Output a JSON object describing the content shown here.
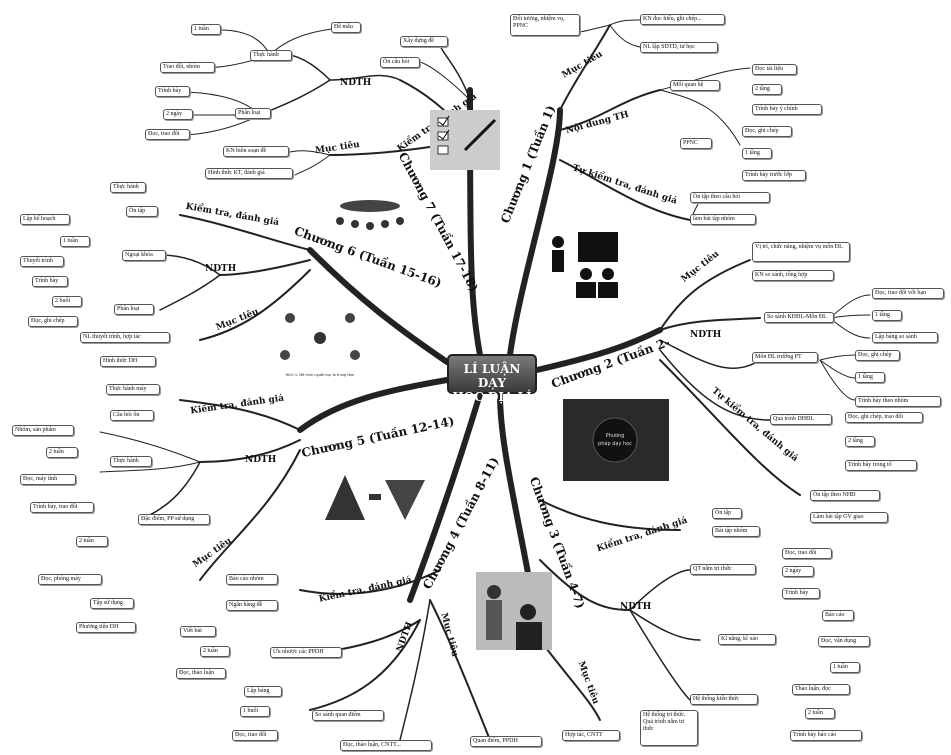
{
  "center": {
    "line1": "LÍ LUẬN DẠY",
    "line2": "HỌC ĐỊA LÍ"
  },
  "c1": {
    "title": "Chương 1 (Tuần 1)",
    "muctieu": "Mục tiêu",
    "dtng": "Đối tượng, nhiệm vụ, PPNC",
    "kndoc": "KN đọc hiểu, ghi chép...",
    "nllap": "NL lập SĐTD, tư học",
    "noidung": "Nội dung TH",
    "moiquanhe": "Mối quan hệ",
    "doctl": "Đọc tài liệu",
    "tang2": "2 tầng",
    "trinhbay": "Trình bày ý chính",
    "ppnc": "PPNC",
    "docgc": "Đọc, ghi chép",
    "tang1": "1 tầng",
    "tbtl": "Trình bày trước lớp",
    "tkt": "Tự kiểm tra, đánh giá",
    "ontap": "Ôn tập theo câu hỏi",
    "lambt": "làm bài tập nhóm"
  },
  "c2": {
    "title": "Chương 2 (Tuần 2-",
    "muctieu": "Mục tiêu",
    "vitri": "Vị trí, chức năng, nhiệm vụ môn ĐL",
    "knss": "KN so sánh, tổng hợp",
    "ndth": "NDTH",
    "ssk": "So sánh KHĐL-Môn ĐL",
    "dtd": "Đọc, trao đổi với bạn",
    "t1": "1 tầng",
    "lbss": "Lập bảng so sánh",
    "mondl": "Môn ĐL trường PT",
    "dgc": "Đọc, ghi chép",
    "t1b": "1 tầng",
    "tbn": "Trình bày theo nhóm",
    "qt": "Quá trình DHĐL",
    "dgctd": "Đọc, ghi chép, trao đổi",
    "t2": "2 tầng",
    "tbtv": "Trình bày trong tổ",
    "tkt": "Tự kiểm tra, đánh giá",
    "onnhd": "Ôn tập theo NHĐ",
    "lambtgv": "Làm bài tập GV giao"
  },
  "c3": {
    "title": "Chương 3 (Tuần 4-7)",
    "ktdg": "Kiểm tra, đánh giá",
    "ontap": "Ôn tập",
    "btn": "Bài tập nhóm",
    "ndth": "NDTH",
    "qt": "QT nắm tri thức",
    "dtd": "Đọc, trao đổi",
    "t2": "2 ngày",
    "tb": "Trình bày",
    "kn": "Kĩ năng, kĩ xảo",
    "bc": "Báo cáo",
    "dvd": "Đọc, vận dụng",
    "t1": "1 tuần",
    "ht": "Hệ thống kiến thức",
    "tl": "Thảo luận, đọc",
    "t2t": "2 tuần",
    "tbbc": "Trình bày báo cáo",
    "muctieu": "Mục tiêu",
    "htt": "Hệ thống tri thức. Quá trình nắm tri thức",
    "htc": "Hợp tác, CNTT"
  },
  "c4": {
    "title": "Chương 4 (Tuần 8-11)",
    "ktdg": "Kiểm tra, đánh giá",
    "bcn": "Báo cáo nhóm",
    "nhd": "Ngân hàng đề",
    "ndth": "NDTH",
    "unc": "Ưu nhược các PPDH",
    "vb": "Viết bài",
    "t2": "2 tuần",
    "dtl": "Đọc, thảo luận",
    "ssqd": "So sánh quan điểm",
    "lb": "Lập bảng",
    "t1b": "1 buổi",
    "dtd": "Đọc, trao đổi",
    "muctieu": "Mục tiêu",
    "qd": "Quan điểm, PPDH",
    "dtlc": "Đọc, thảo luận, CNTT..."
  },
  "c5": {
    "title": "Chương 5 (Tuần 12-14)",
    "ktdg": "Kiểm tra, đánh giá",
    "thm": "Thực hành máy",
    "cho": "Câu hỏi ôn",
    "ndth": "NDTH",
    "th": "Thực hành",
    "nsp": "Nhóm, sản phẩm",
    "t2": "2 tuần",
    "dmt": "Đọc, máy tính",
    "dd": "Đặc điểm, PP sử dụng",
    "tbtd": "Trình bày, trao đổi",
    "t2b": "2 tuần",
    "dpm": "Đọc, phòng máy",
    "muctieu": "Mục tiêu",
    "tsd": "Tập sử dụng",
    "ptdh": "Phương tiện DH"
  },
  "c6": {
    "title": "Chương 6 (Tuần 15-16)",
    "ktdg": "Kiểm tra, đánh giá",
    "th": "Thực hành",
    "ot": "Ôn tập",
    "ndth": "NDTH",
    "nk": "Ngoại khóa",
    "lkh": "Lập kế hoạch",
    "t1": "1 tuần",
    "tt": "Thuyết trình",
    "pl": "Phân loại",
    "tb": "Trình bày",
    "t2": "2 buổi",
    "dgc": "Đọc, ghi chép",
    "muctieu": "Mục tiêu",
    "nltt": "NL thuyết trình, hợp tác",
    "htdh": "Hình thức DH"
  },
  "c7": {
    "title": "Chương 7 (Tuần 17-18)",
    "ktdg": "Kiểm tra, đánh giá",
    "xd": "Xây dựng đề",
    "och": "Ôn câu hỏi",
    "ndth": "NDTH",
    "th": "Thực hành",
    "dm": "Đề mẫu",
    "t1": "1 tuần",
    "td": "Trao đổi, nhóm",
    "pl": "Phân loại",
    "tb": "Trình bày",
    "n2": "2 ngày",
    "dtd": "Đọc, trao đổi",
    "muctieu": "Mục tiêu",
    "kn": "KN biên soạn đề",
    "ht": "Hình thức KT, đánh giá"
  },
  "pics": {
    "fig_caption": "Hình 1. Mô hình người học là trung tâm",
    "circle_text": "Phương pháp dạy học Địa lí"
  }
}
